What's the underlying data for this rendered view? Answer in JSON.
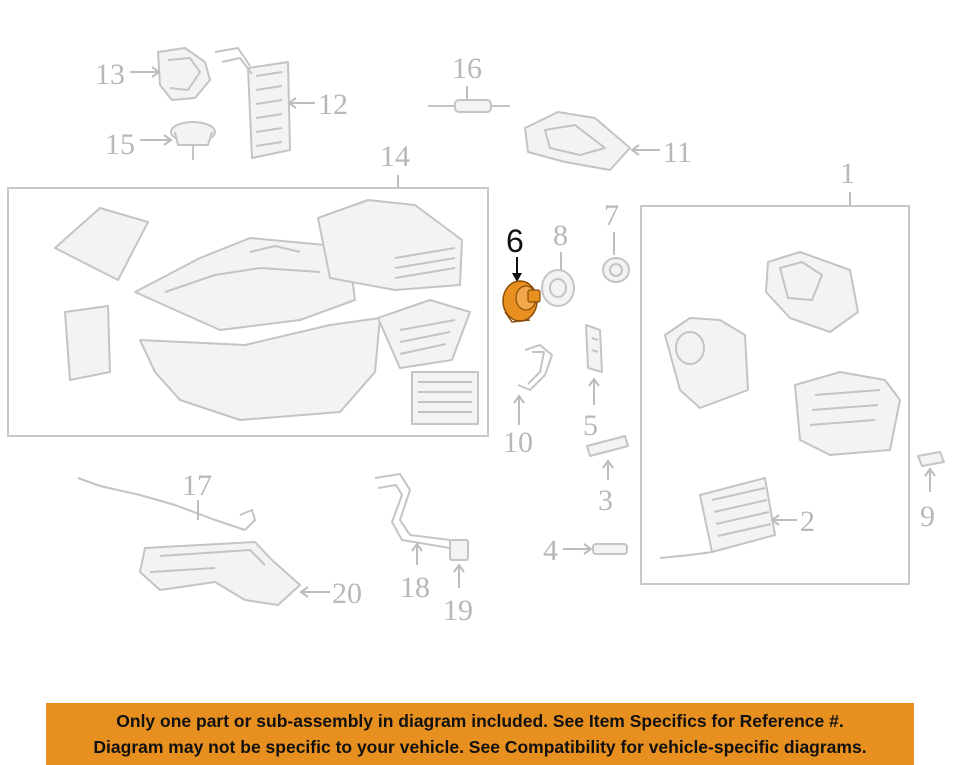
{
  "diagram": {
    "highlighted_part": "6",
    "highlight_color": "#e8901f",
    "callouts": {
      "c1": "1",
      "c2": "2",
      "c3": "3",
      "c4": "4",
      "c5": "5",
      "c6": "6",
      "c7": "7",
      "c8": "8",
      "c9": "9",
      "c10": "10",
      "c11": "11",
      "c12": "12",
      "c13": "13",
      "c14": "14",
      "c15": "15",
      "c16": "16",
      "c17": "17",
      "c18": "18",
      "c19": "19",
      "c20": "20"
    }
  },
  "notice": {
    "line1": "Only one part or sub-assembly in diagram included. See Item Specifics for Reference #.",
    "line2": "Diagram may not be specific to your vehicle. See Compatibility for vehicle-specific diagrams.",
    "background_color": "#e8901f"
  }
}
